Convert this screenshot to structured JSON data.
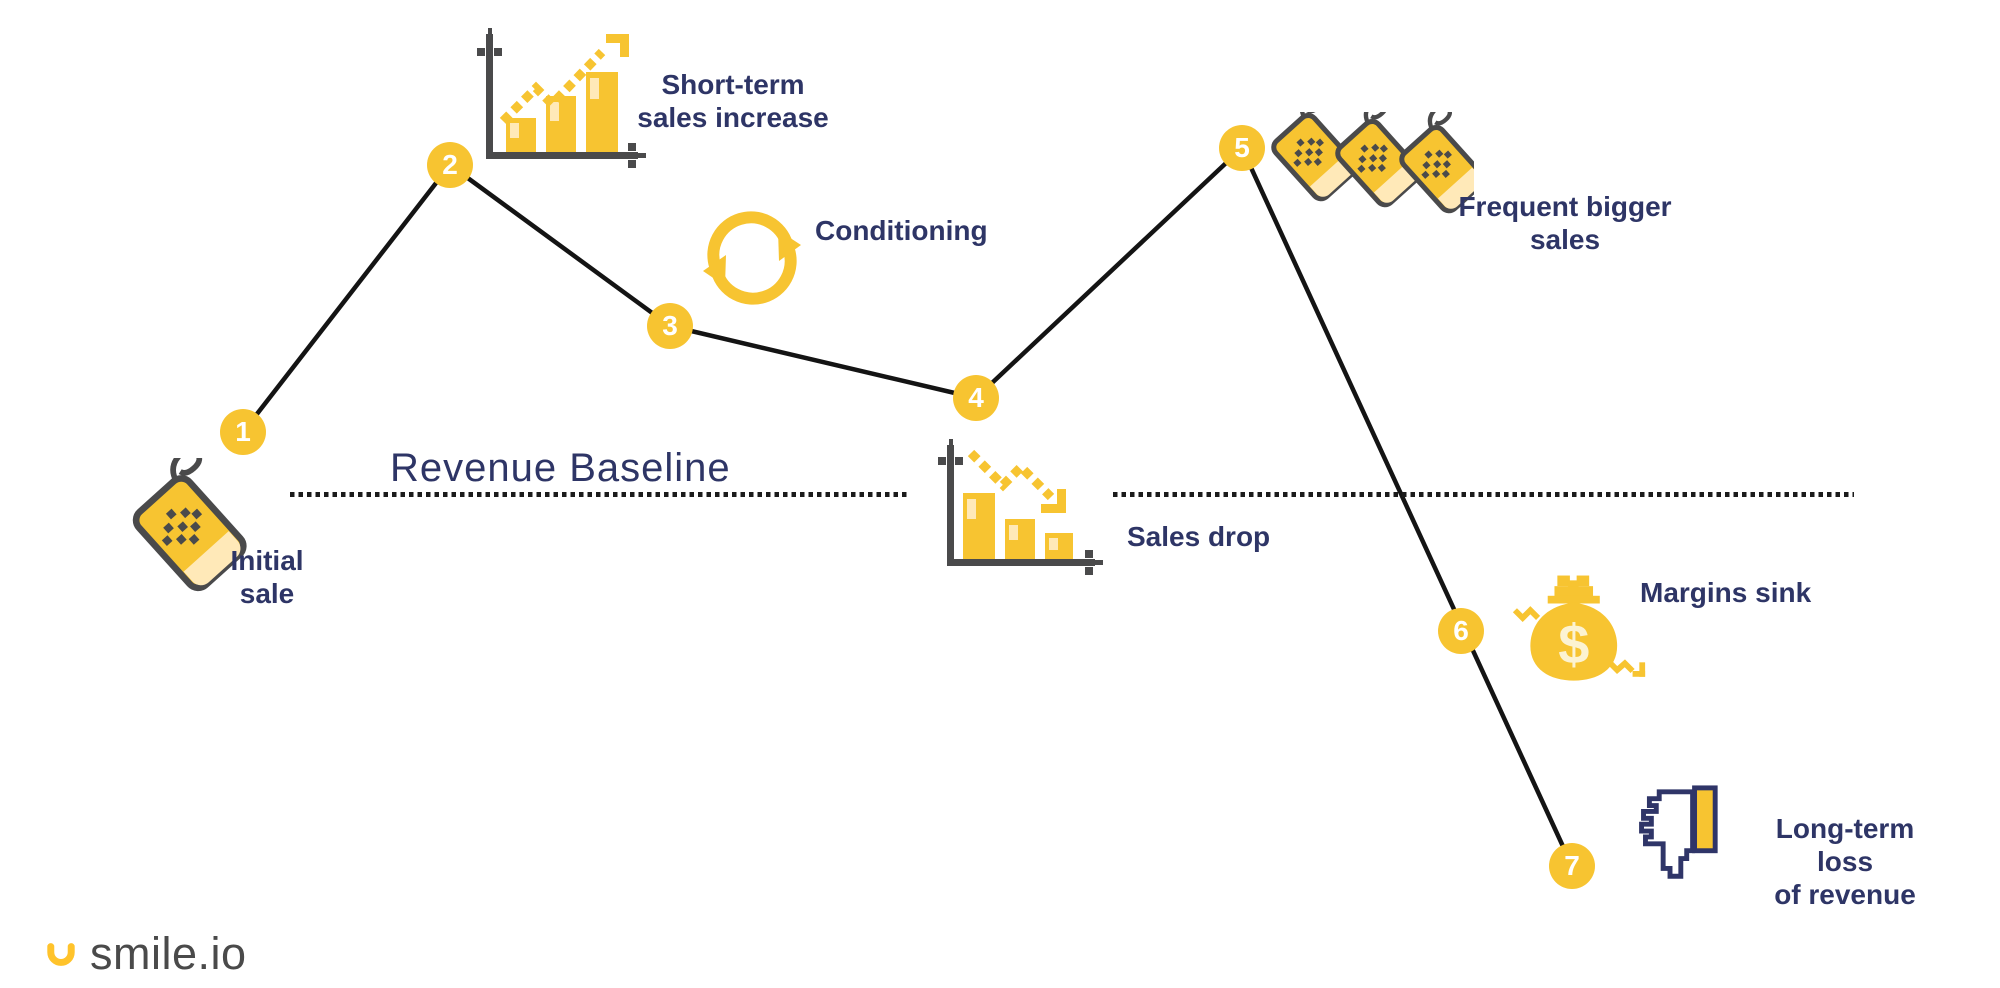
{
  "baseline": {
    "label": "Revenue Baseline"
  },
  "steps": [
    {
      "number": "1",
      "label": "Initial\nsale",
      "icon": "price-tag-icon"
    },
    {
      "number": "2",
      "label": "Short-term\nsales increase",
      "icon": "rising-bar-chart-icon"
    },
    {
      "number": "3",
      "label": "Conditioning",
      "icon": "cycle-arrows-icon"
    },
    {
      "number": "4",
      "label": "Sales drop",
      "icon": "falling-bar-chart-icon"
    },
    {
      "number": "5",
      "label": "Frequent bigger\nsales",
      "icon": "triple-price-tags-icon"
    },
    {
      "number": "6",
      "label": "Margins sink",
      "icon": "money-bag-icon"
    },
    {
      "number": "7",
      "label": "Long-term loss\nof revenue",
      "icon": "thumbs-down-icon"
    }
  ],
  "logo": {
    "brand": "smile.io"
  },
  "colors": {
    "accent_yellow": "#F7C431",
    "cream": "#FFE9B8",
    "navy_text": "#2E3566",
    "icon_outline": "#4A4A4B",
    "connector_black": "#141414",
    "baseline_dot": "#1B1B1B",
    "number_text": "#FFFFFF",
    "logo_gray": "#4A4A4A",
    "logo_yellow": "#FFC32B"
  }
}
